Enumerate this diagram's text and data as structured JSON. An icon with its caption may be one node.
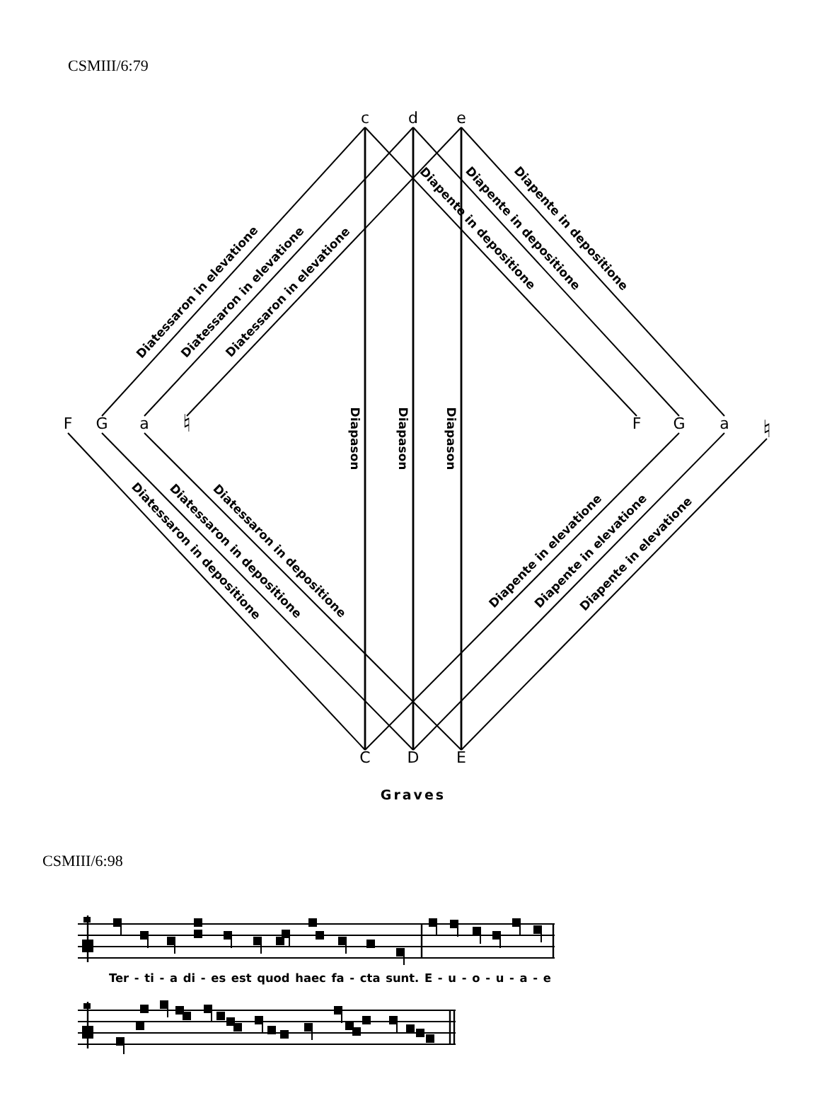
{
  "diagram": {
    "nodes": [
      {
        "text": [
          "c"
        ]
      },
      {
        "text": [
          "d"
        ]
      },
      {
        "text": [
          "e"
        ]
      },
      {
        "text": [
          "F"
        ]
      },
      {
        "text": [
          "G"
        ]
      },
      {
        "text": [
          "a"
        ]
      },
      {
        "text": [
          "♮"
        ]
      },
      {
        "text": [
          "F"
        ]
      },
      {
        "text": [
          "G"
        ]
      },
      {
        "text": [
          "a"
        ]
      },
      {
        "text": [
          "♮"
        ]
      },
      {
        "text": [
          "C"
        ]
      },
      {
        "text": [
          "D"
        ]
      },
      {
        "text": [
          "E"
        ]
      }
    ],
    "edges": [
      {
        "from": 4,
        "to": 0,
        "arrow": "none",
        "label": "Diatessaron in elevatione"
      },
      {
        "from": 5,
        "to": 1,
        "arrow": "none",
        "label": "Diatessaron in elevatione"
      },
      {
        "from": 6,
        "to": 2,
        "arrow": "none",
        "label": "Diatessaron in elevatione"
      },
      {
        "from": 2,
        "to": 9,
        "arrow": "none",
        "label": "Diapente in depositione"
      },
      {
        "from": 1,
        "to": 8,
        "arrow": "none",
        "label": "Diapente in depositione"
      },
      {
        "from": 0,
        "to": 7,
        "arrow": "none",
        "label": "Diapente in depositione"
      },
      {
        "from": 0,
        "to": 11,
        "arrow": "none",
        "label": "Diapason"
      },
      {
        "from": 1,
        "to": 12,
        "arrow": "none",
        "label": "Diapason"
      },
      {
        "from": 2,
        "to": 13,
        "arrow": "none",
        "label": "Diapason"
      },
      {
        "from": 5,
        "to": 13,
        "arrow": "none",
        "label": "Diatessaron in depositione"
      },
      {
        "from": 4,
        "to": 12,
        "arrow": "none",
        "label": "Diatessaron in depositione"
      },
      {
        "from": 3,
        "to": 11,
        "arrow": "none",
        "label": "Diatessaron in depositione"
      },
      {
        "from": 11,
        "to": 8,
        "arrow": "none",
        "label": "Diapente in elevatione"
      },
      {
        "from": 12,
        "to": 9,
        "arrow": "none",
        "label": "Diapente in elevatione"
      },
      {
        "from": 13,
        "to": 10,
        "arrow": "none",
        "label": "Diapente in elevatione"
      }
    ],
    "labels": [
      "CSMIII/6:79",
      "Graves",
      "CSMIII/6:98",
      "Ter - ti - a di - es est quod haec fa - cta sunt. E - u - o - u - a - e"
    ]
  }
}
